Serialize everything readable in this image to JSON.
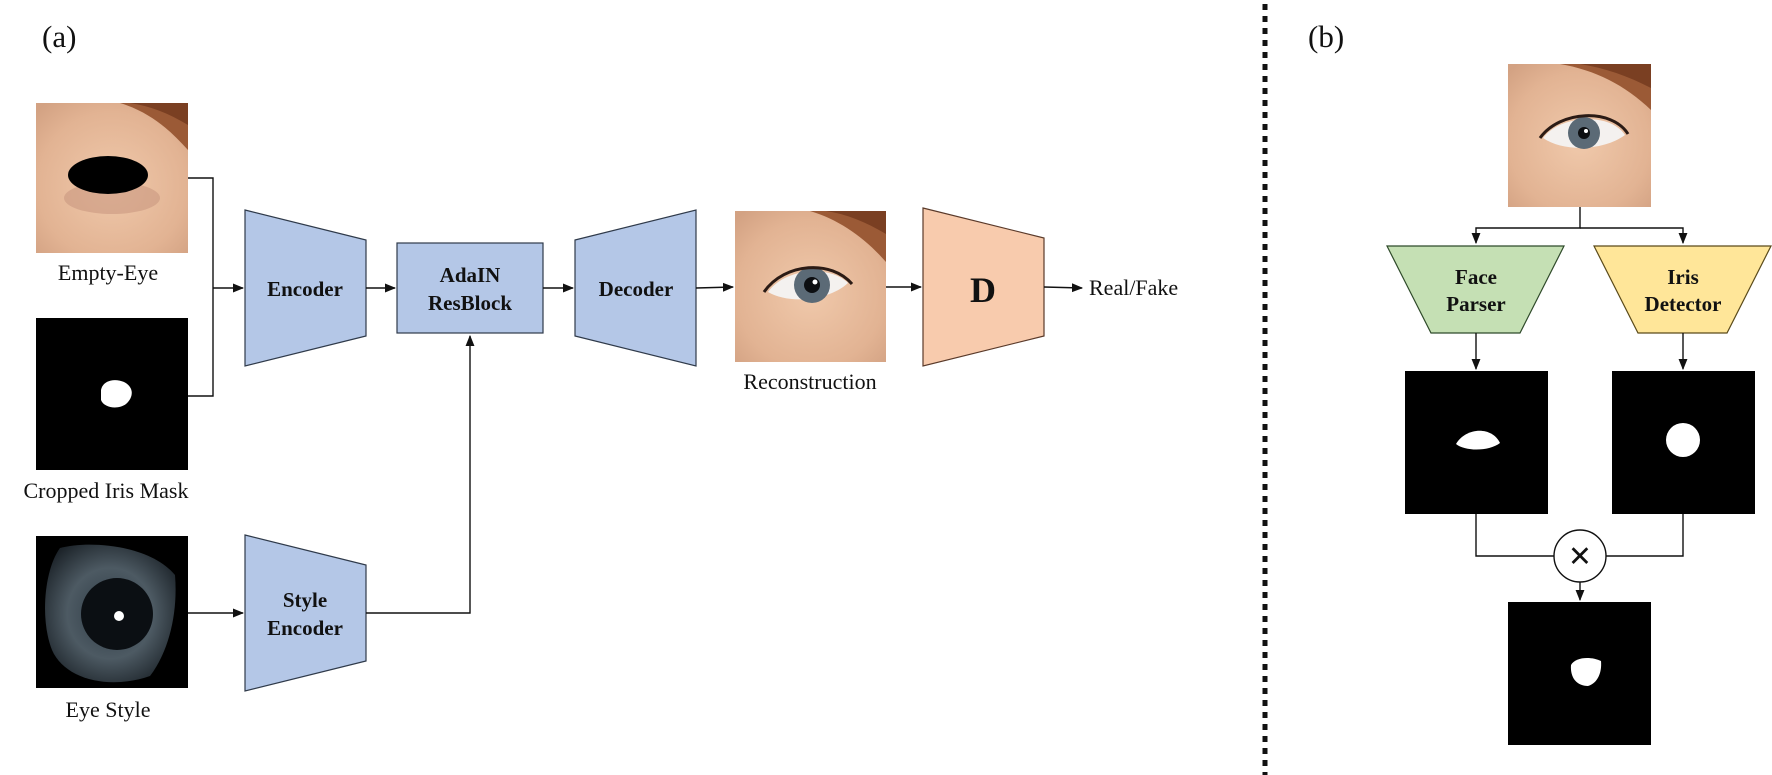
{
  "panel_a": {
    "label": "(a)",
    "inputs": {
      "empty_eye": "Empty-Eye",
      "iris_mask": "Cropped Iris Mask",
      "eye_style": "Eye Style"
    },
    "blocks": {
      "encoder": "Encoder",
      "adain_line1": "AdaIN",
      "adain_line2": "ResBlock",
      "decoder": "Decoder",
      "style_line1": "Style",
      "style_line2": "Encoder",
      "discriminator": "D"
    },
    "reconstruction": "Reconstruction",
    "output": "Real/Fake"
  },
  "panel_b": {
    "label": "(b)",
    "face_parser_line1": "Face",
    "face_parser_line2": "Parser",
    "iris_detector_line1": "Iris",
    "iris_detector_line2": "Detector",
    "multiply_symbol": "×"
  },
  "colors": {
    "encoder_fill": "#b4c7e7",
    "discriminator_fill": "#f8cbad",
    "face_parser_fill": "#c5e0b4",
    "iris_detector_fill": "#ffe699",
    "skin": "#e4b89a",
    "hair": "#9b5a36"
  }
}
